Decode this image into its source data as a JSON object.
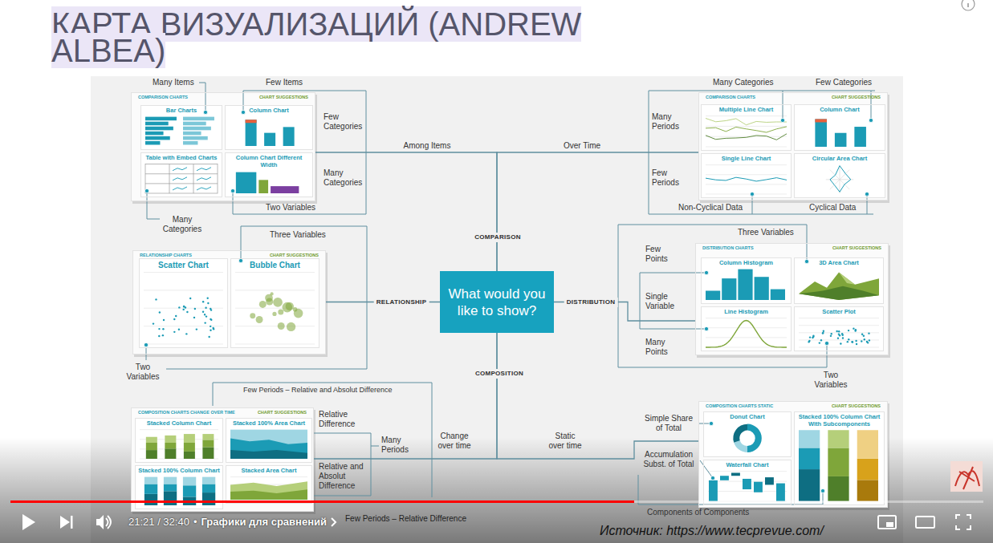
{
  "diagram": {
    "title": "КАРТА ВИЗУАЛИЗАЦИЙ (ANDREW ALBEA)",
    "nodes": [
      {
        "text": [
          "What would you like to show?"
        ]
      },
      {
        "text": [
          "COMPARISON CHARTS",
          "CHART SUGGESTIONS"
        ]
      },
      {
        "text": [
          "Bar Charts"
        ],
        "in": 1
      },
      {
        "text": [
          "Column Chart"
        ],
        "in": 1
      },
      {
        "text": [
          "Table with Embed Charts"
        ],
        "in": 1
      },
      {
        "text": [
          "Column Chart Different Width"
        ],
        "in": 1
      },
      {
        "text": [
          "COMPARISON CHARTS",
          "CHART SUGGESTIONS"
        ]
      },
      {
        "text": [
          "Multiple Line Chart"
        ],
        "in": 6
      },
      {
        "text": [
          "Column Chart"
        ],
        "in": 6
      },
      {
        "text": [
          "Single Line Chart"
        ],
        "in": 6
      },
      {
        "text": [
          "Circular Area Chart"
        ],
        "in": 6
      },
      {
        "text": [
          "RELATIONSHIP CHARTS",
          "CHART SUGGESTIONS"
        ]
      },
      {
        "text": [
          "Scatter Chart"
        ],
        "in": 11
      },
      {
        "text": [
          "Bubble Chart"
        ],
        "in": 11
      },
      {
        "text": [
          "DISTRIBUTION CHARTS",
          "CHART SUGGESTIONS"
        ]
      },
      {
        "text": [
          "Column Histogram"
        ],
        "in": 14
      },
      {
        "text": [
          "3D Area Chart"
        ],
        "in": 14
      },
      {
        "text": [
          "Line Histogram"
        ],
        "in": 14
      },
      {
        "text": [
          "Scatter Plot"
        ],
        "in": 14
      },
      {
        "text": [
          "COMPOSITION CHARTS CHANGE OVER TIME",
          "CHART SUGGESTIONS"
        ]
      },
      {
        "text": [
          "Stacked Column Chart"
        ],
        "in": 19
      },
      {
        "text": [
          "Stacked 100% Area Chart"
        ],
        "in": 19
      },
      {
        "text": [
          "Stacked 100% Column Chart"
        ],
        "in": 19
      },
      {
        "text": [
          "Stacked Area Chart"
        ],
        "in": 19
      },
      {
        "text": [
          "COMPOSITION CHARTS STATIC",
          "CHART SUGGESTIONS"
        ]
      },
      {
        "text": [
          "Donut Chart"
        ],
        "in": 24
      },
      {
        "text": [
          "Stacked 100% Column Chart With Subcomponents"
        ],
        "in": 24
      },
      {
        "text": [
          "Waterfall Chart"
        ],
        "in": 24
      }
    ],
    "edges": [
      {
        "from": 0,
        "to": 1,
        "label": "Among Items",
        "arrow": "none"
      },
      {
        "from": 0,
        "to": 6,
        "label": "Over Time",
        "arrow": "none"
      },
      {
        "from": 0,
        "to": 11,
        "label": "RELATIONSHIP",
        "arrow": "none"
      },
      {
        "from": 0,
        "to": 14,
        "label": "DISTRIBUTION",
        "arrow": "none"
      },
      {
        "from": 0,
        "to": 19,
        "label": "Change over time",
        "arrow": "none"
      },
      {
        "from": 0,
        "to": 24,
        "label": "Static over time",
        "arrow": "none"
      }
    ],
    "labels": [
      "Many Items",
      "Few Items",
      "Many Categories",
      "Few Categories",
      "Few Categories",
      "Many Periods",
      "Many Categories",
      "Few Periods",
      "Two Variables",
      "Non-Cyclical Data",
      "Cyclical Data",
      "Many Categories",
      "COMPARISON",
      "Three Variables",
      "Three Variables",
      "Few Points",
      "Single Variable",
      "Many Points",
      "Two Variables",
      "Two Variables",
      "COMPOSITION",
      "Few Periods – Relative and Absolut Difference",
      "Relative Difference",
      "Many Periods",
      "Relative and Absolut Difference",
      "Simple Share of Total",
      "Accumulation Subst. of Total",
      "Components of Components",
      "Few Periods – Relative Difference",
      "21:21 / 32:40",
      "•",
      "Графики для сравнений",
      "Источник: https://www.tecprevue.com/"
    ]
  }
}
